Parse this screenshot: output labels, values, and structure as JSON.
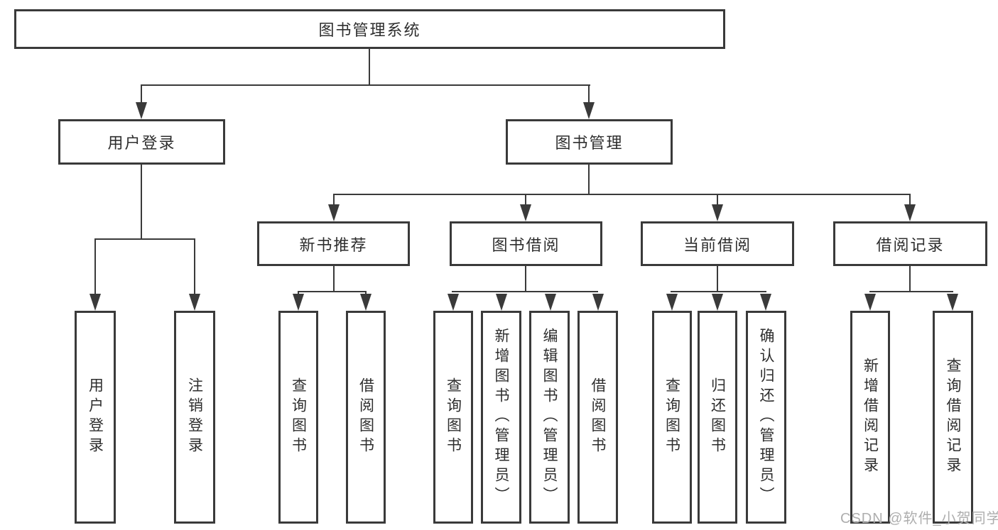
{
  "diagram": {
    "title": "图书管理系统",
    "colors": {
      "line": "#3a3a3a",
      "box_border": "#3a3a3a",
      "box_background": "#ffffff",
      "text": "#2e2e2e",
      "watermark_text": "#aeaeae"
    },
    "nodes": {
      "root": {
        "label": "图书管理系统"
      },
      "user_login": {
        "label": "用户登录"
      },
      "book_management": {
        "label": "图书管理"
      },
      "user_login_leaf": {
        "label": "用户登录"
      },
      "logout_leaf": {
        "label": "注销登录"
      },
      "new_book_recommend": {
        "label": "新书推荐"
      },
      "book_borrowing": {
        "label": "图书借阅"
      },
      "current_borrowing": {
        "label": "当前借阅"
      },
      "borrow_records": {
        "label": "借阅记录"
      },
      "nbr_query_book": {
        "label": "查询图书"
      },
      "nbr_borrow_book": {
        "label": "借阅图书"
      },
      "bb_query_book": {
        "label": "查询图书"
      },
      "bb_add_book_admin": {
        "label": "新增图书（管理员）"
      },
      "bb_edit_book_admin": {
        "label": "编辑图书（管理员）"
      },
      "bb_borrow_book": {
        "label": "借阅图书"
      },
      "cb_query_book": {
        "label": "查询图书"
      },
      "cb_return_book": {
        "label": "归还图书"
      },
      "cb_confirm_return_admin": {
        "label": "确认归还（管理员）"
      },
      "br_add_record": {
        "label": "新增借阅记录"
      },
      "br_query_record": {
        "label": "查询借阅记录"
      }
    },
    "watermark": "CSDN @软件_小贺同学"
  }
}
